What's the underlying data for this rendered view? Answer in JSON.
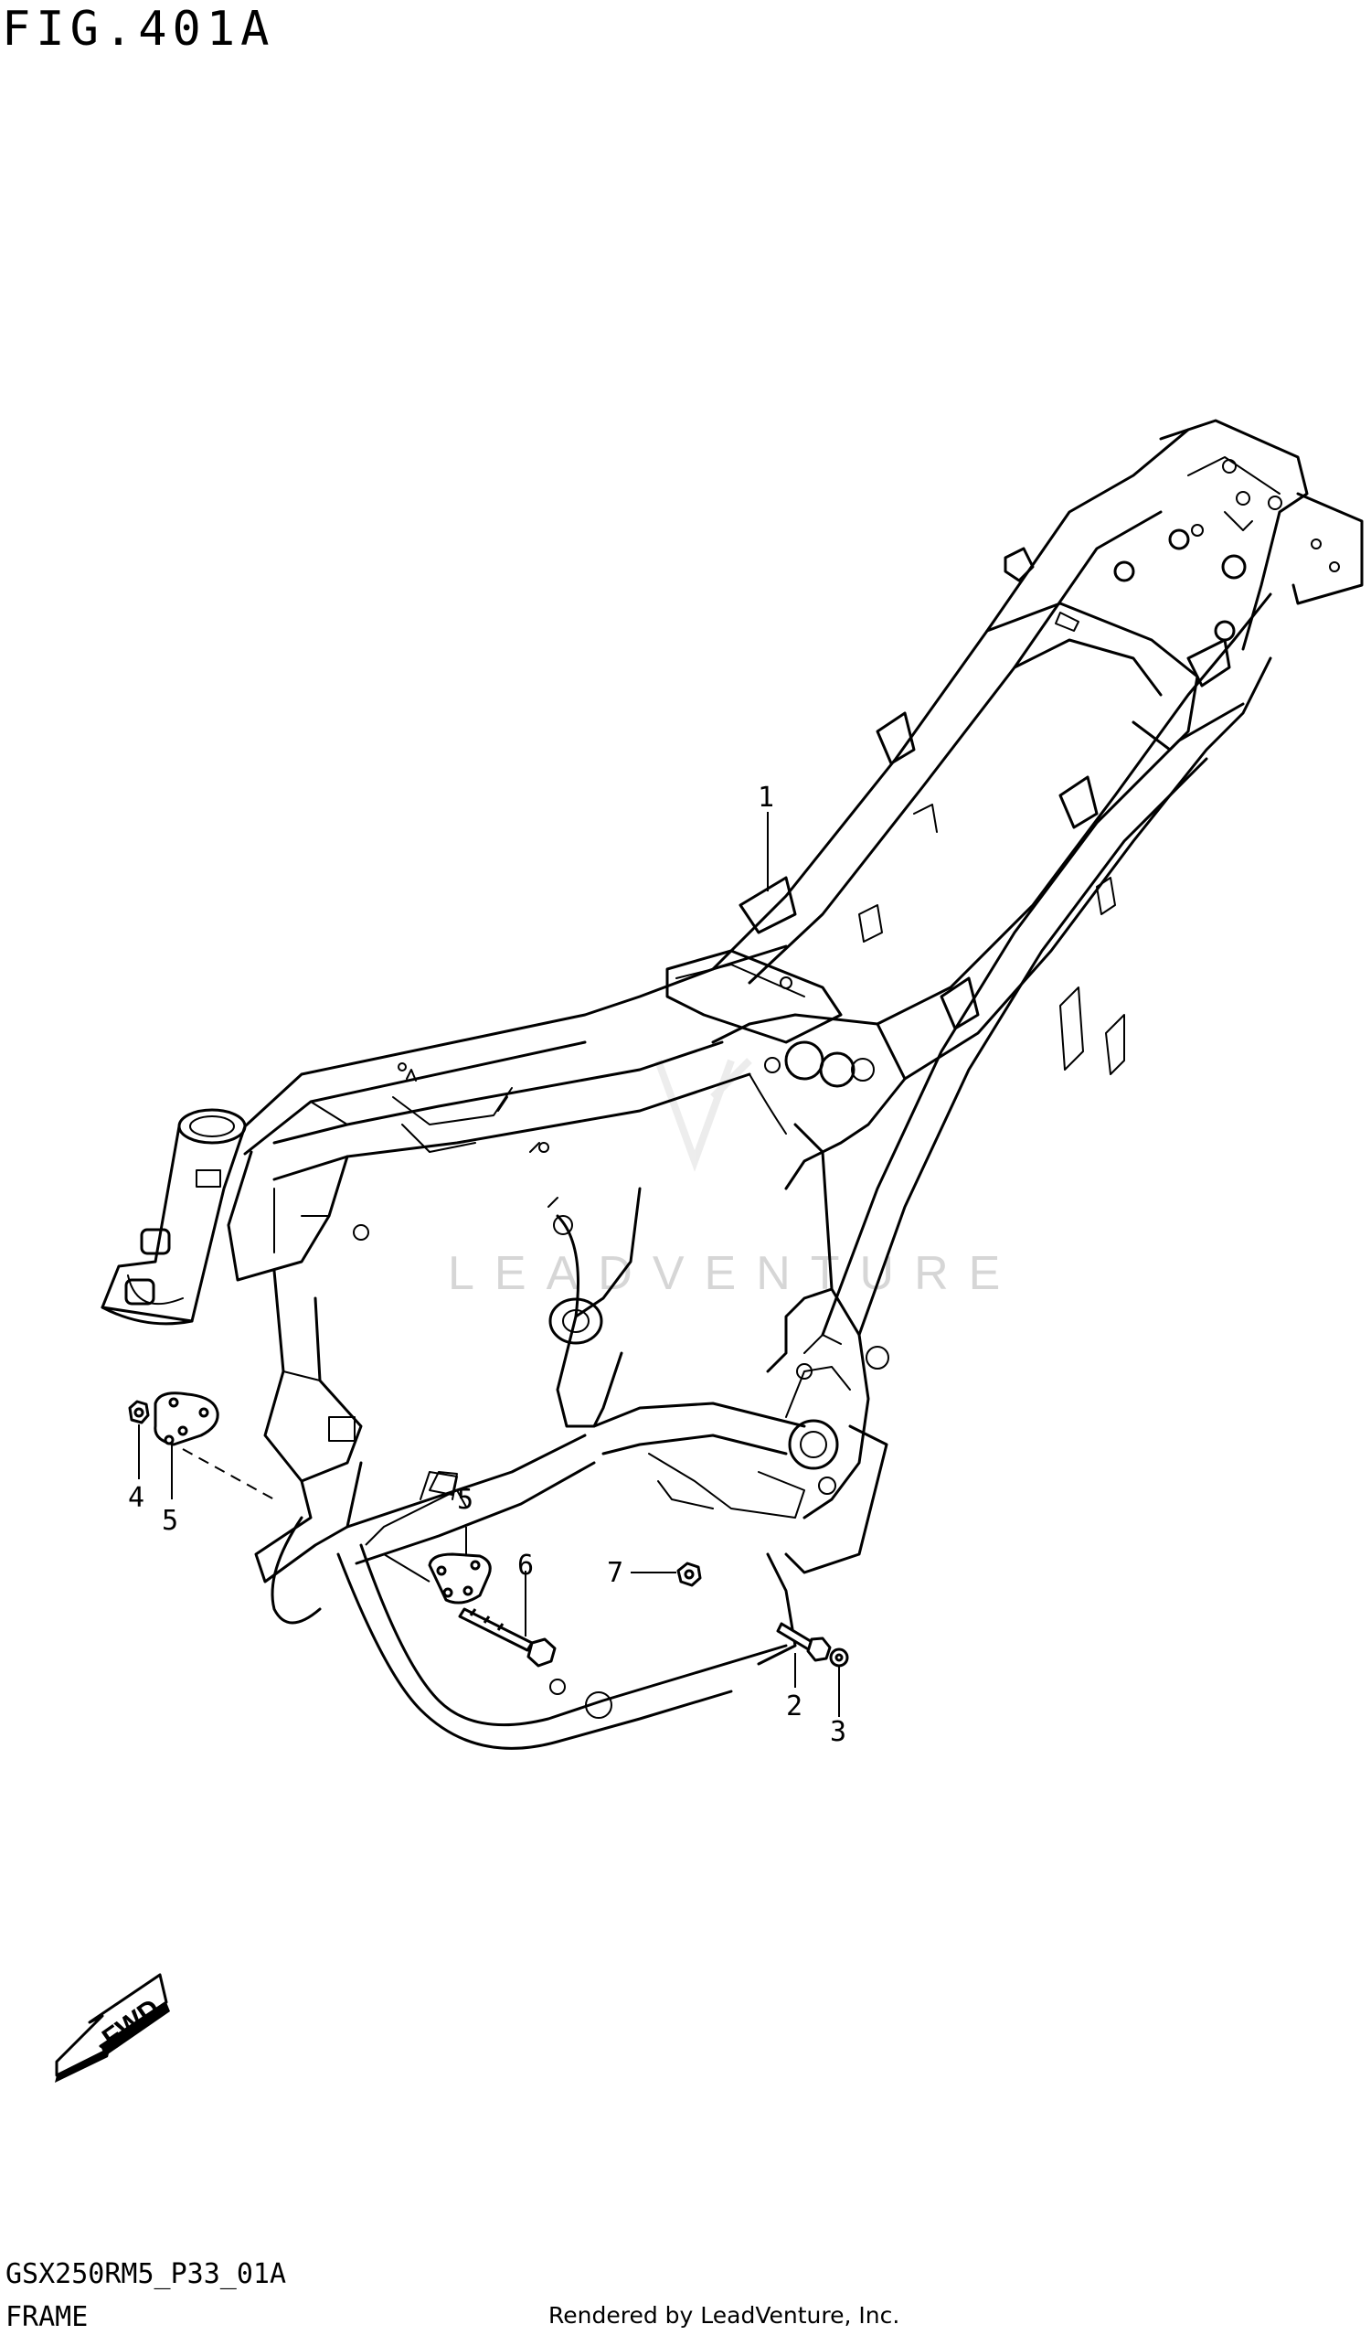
{
  "figure": {
    "title": "FIG.401A"
  },
  "callouts": [
    "1",
    "2",
    "3",
    "4",
    "5",
    "5",
    "6",
    "7"
  ],
  "watermark": "LEADVENTURE",
  "fwd_label": "FWD",
  "footer": {
    "model_code": "GSX250RM5_P33_01A",
    "section_name": "FRAME",
    "credit": "Rendered by LeadVenture, Inc."
  }
}
